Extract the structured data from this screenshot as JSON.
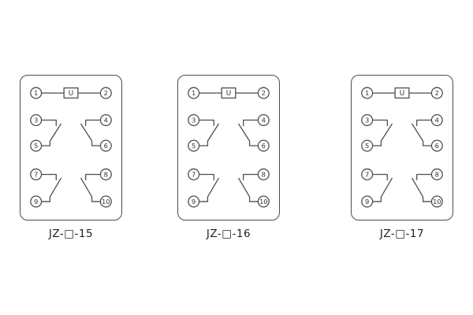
{
  "diagrams": [
    {
      "label": "JZ-□-15",
      "coil": "U",
      "terminals": [
        "1",
        "2",
        "3",
        "4",
        "5",
        "6",
        "7",
        "8",
        "9",
        "10"
      ]
    },
    {
      "label": "JZ-□-16",
      "coil": "U",
      "terminals": [
        "1",
        "2",
        "3",
        "4",
        "5",
        "6",
        "7",
        "8",
        "9",
        "10"
      ]
    },
    {
      "label": "JZ-□-17",
      "coil": "U",
      "terminals": [
        "1",
        "2",
        "3",
        "4",
        "5",
        "6",
        "7",
        "8",
        "9",
        "10"
      ]
    }
  ]
}
